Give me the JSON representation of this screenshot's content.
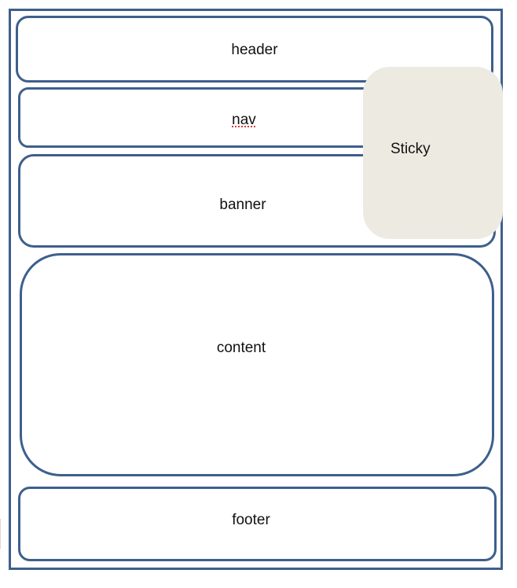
{
  "diagram": {
    "colors": {
      "border": "#3e5f8c",
      "sticky_fill": "#edebe1",
      "text": "#111111",
      "background": "#ffffff"
    },
    "sections": {
      "header": "header",
      "nav": "nav",
      "banner": "banner",
      "content": "content",
      "footer": "footer"
    },
    "sticky": "Sticky"
  }
}
